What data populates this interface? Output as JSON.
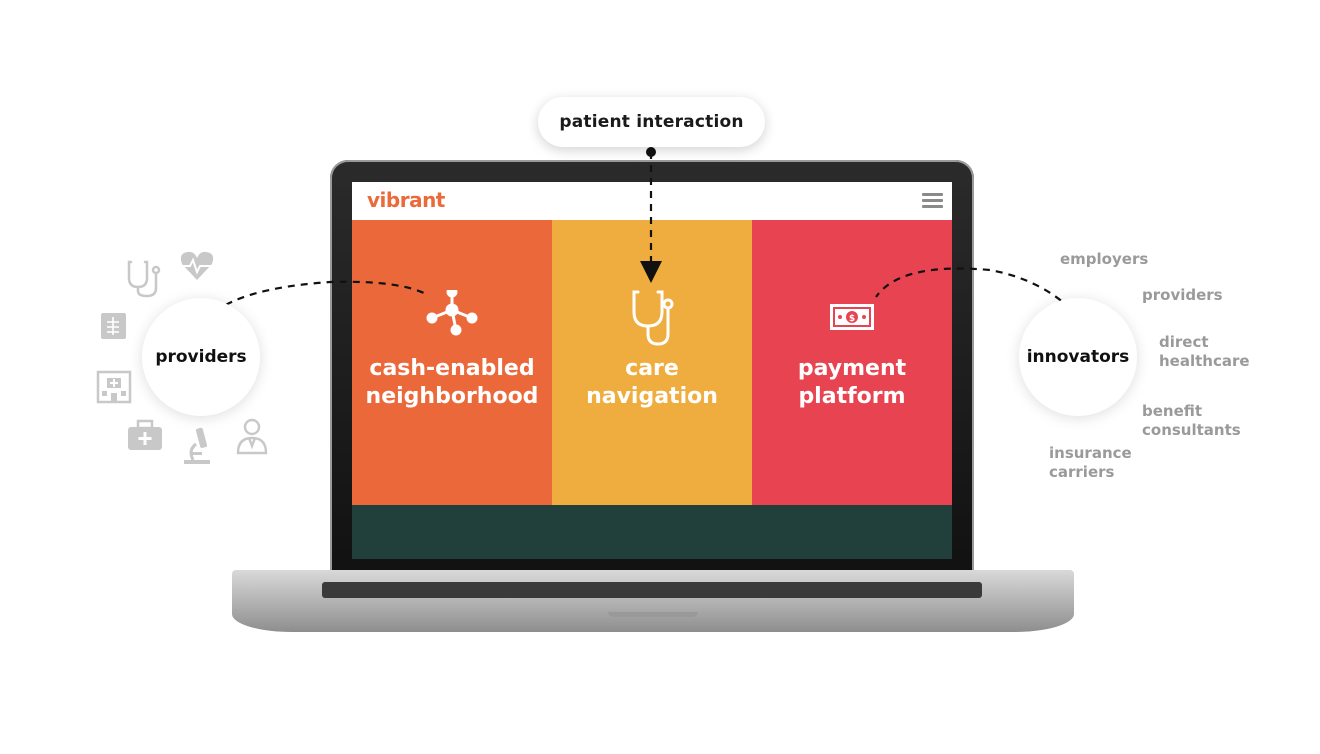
{
  "patient_interaction": "patient interaction",
  "brand": "vibrant",
  "panels": [
    {
      "line1": "cash-enabled",
      "line2": "neighborhood",
      "color": "#eb683b",
      "icon": "network-nodes-icon"
    },
    {
      "line1": "care",
      "line2": "navigation",
      "color": "#f0ad3f",
      "icon": "stethoscope-icon"
    },
    {
      "line1": "payment",
      "line2": "platform",
      "color": "#e84350",
      "icon": "dollar-bill-icon"
    }
  ],
  "left_circle": "providers",
  "right_circle": "innovators",
  "provider_icons": [
    "stethoscope-icon",
    "heart-rate-icon",
    "xray-icon",
    "hospital-icon",
    "medical-kit-icon",
    "microscope-icon",
    "doctor-icon"
  ],
  "innovator_labels": {
    "employers": {
      "line1": "employers"
    },
    "providers": {
      "line1": "providers"
    },
    "direct_healthcare": {
      "line1": "direct",
      "line2": "healthcare"
    },
    "benefit_consultants": {
      "line1": "benefit",
      "line2": "consultants"
    },
    "insurance_carriers": {
      "line1": "insurance",
      "line2": "carriers"
    }
  },
  "colors": {
    "header_bg": "#ffffff",
    "brand": "#eb6a3a",
    "screen_footer": "#22403b",
    "gray_text": "#9a9a9a"
  }
}
